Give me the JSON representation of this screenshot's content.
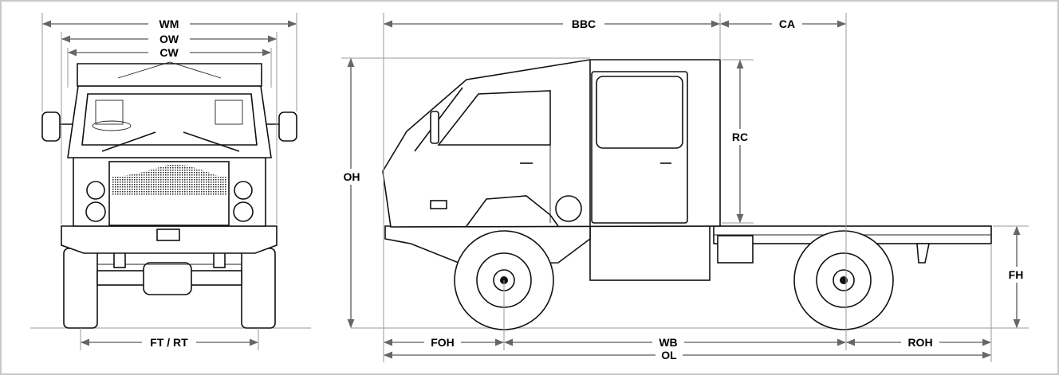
{
  "front_view": {
    "dimensions": {
      "wm": "WM",
      "ow": "OW",
      "cw": "CW",
      "ft_rt": "FT / RT"
    }
  },
  "side_view": {
    "dimensions": {
      "bbc": "BBC",
      "ca": "CA",
      "oh": "OH",
      "rc": "RC",
      "fh": "FH",
      "foh": "FOH",
      "wb": "WB",
      "roh": "ROH",
      "ol": "OL"
    }
  },
  "colors": {
    "frame_border": "#c8c8c8",
    "dimension_line": "#777777",
    "ink": "#111111"
  }
}
